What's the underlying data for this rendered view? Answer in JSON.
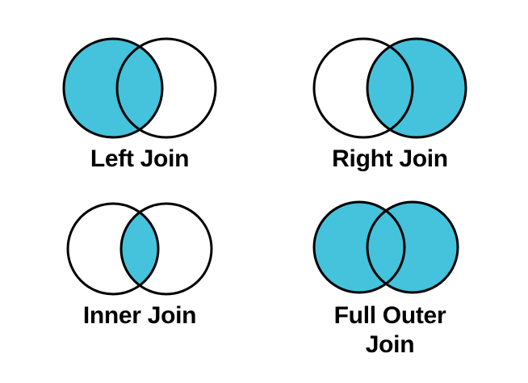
{
  "diagram": {
    "title": "SQL Join Types Venn Diagrams",
    "background_color": "#ffffff",
    "fill_color": "#45C2DC",
    "stroke_color": "#000000",
    "empty_color": "#ffffff",
    "stroke_width": 3,
    "circle_radius_row1": 61,
    "circle_radius_row2": 56,
    "cells": [
      {
        "id": "left-join",
        "label": "Left Join",
        "highlight": "left-circle-only-plus-overlap",
        "left_circle_filled": true,
        "right_circle_filled": false,
        "overlap_filled": true
      },
      {
        "id": "right-join",
        "label": "Right Join",
        "highlight": "right-circle-only-plus-overlap",
        "left_circle_filled": false,
        "right_circle_filled": true,
        "overlap_filled": true
      },
      {
        "id": "inner-join",
        "label": "Inner Join",
        "highlight": "overlap-only",
        "left_circle_filled": false,
        "right_circle_filled": false,
        "overlap_filled": true
      },
      {
        "id": "full-outer-join",
        "label": "Full Outer\nJoin",
        "highlight": "both-circles",
        "left_circle_filled": true,
        "right_circle_filled": true,
        "overlap_filled": true
      }
    ]
  }
}
